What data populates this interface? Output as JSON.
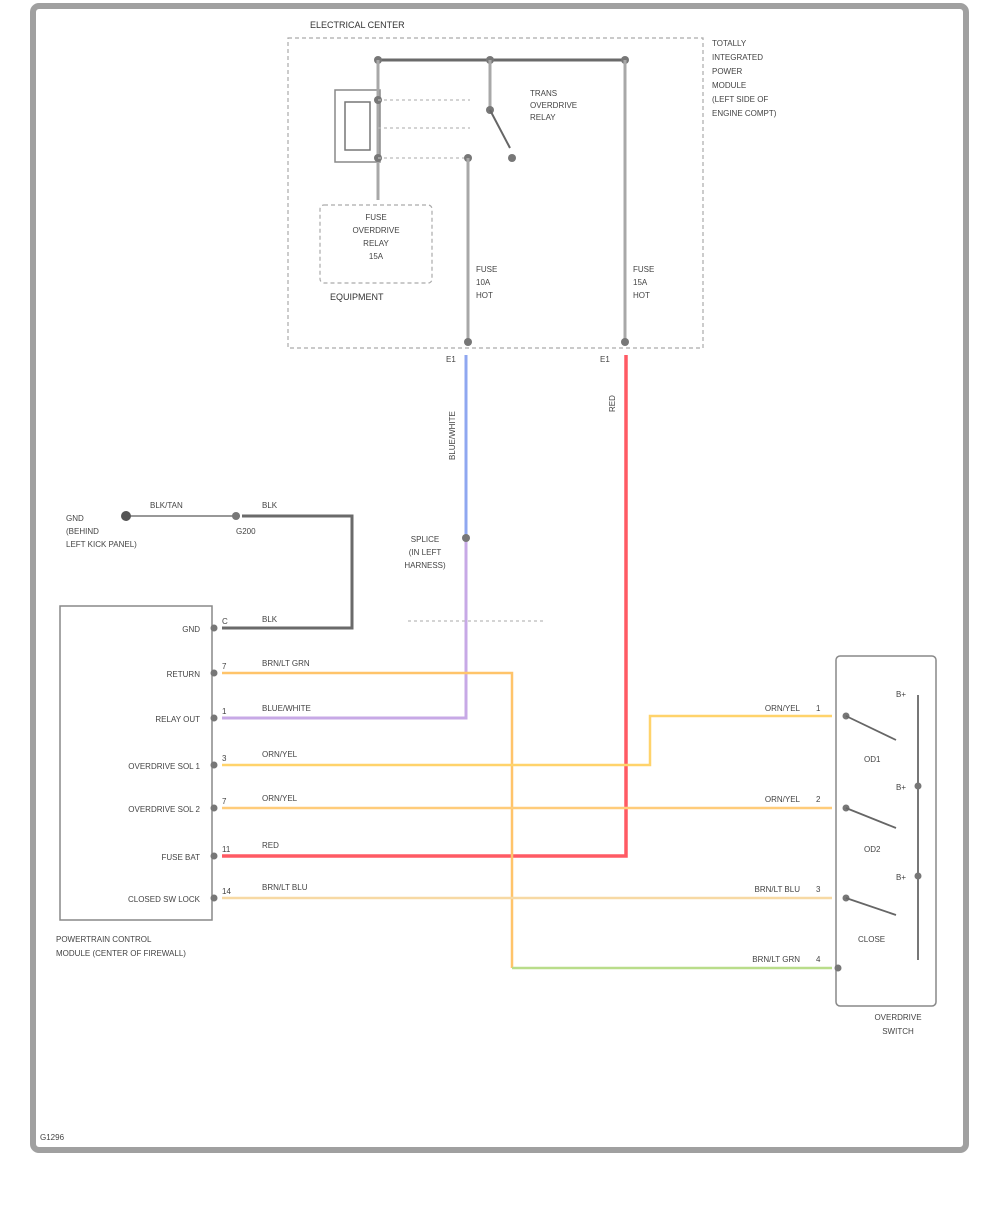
{
  "diagram": {
    "fuse_box": {
      "title": "ELECTRICAL CENTER",
      "note": [
        "TOTALLY",
        "INTEGRATED",
        "POWER",
        "MODULE",
        "(LEFT SIDE OF",
        "ENGINE COMPT)"
      ],
      "relay_label": [
        "TRANS",
        "OVERDRIVE",
        "RELAY"
      ],
      "diode_label": [
        "FUSE",
        "OVERDRIVE",
        "RELAY",
        "15A"
      ],
      "equipment_label": "EQUIPMENT",
      "fuse_left": [
        "FUSE",
        "10A",
        "HOT"
      ],
      "fuse_right": [
        "FUSE",
        "15A",
        "HOT"
      ],
      "pin_left": "E1",
      "pin_right": "E1"
    },
    "wire_labels": {
      "vertical_left": "BLUE/WHITE",
      "vertical_right": "RED",
      "splice": [
        "SPLICE",
        "(IN LEFT",
        "HARNESS)"
      ],
      "ground": [
        "GND",
        "(BEHIND",
        "LEFT KICK PANEL)"
      ],
      "ground_wire": "BLK/TAN",
      "ground_sub": "G200",
      "ground_right": "BLK"
    },
    "module": {
      "title": [
        "POWERTRAIN CONTROL",
        "MODULE (CENTER OF FIREWALL)"
      ],
      "pins": [
        {
          "name": "GND",
          "num": "C",
          "wire": "BLK"
        },
        {
          "name": "RETURN",
          "num": "7",
          "wire": "BRN/LT GRN"
        },
        {
          "name": "RELAY OUT",
          "num": "1",
          "wire": "BLUE/WHITE"
        },
        {
          "name": "OVERDRIVE SOL 1",
          "num": "3",
          "wire": "ORN/YEL"
        },
        {
          "name": "OVERDRIVE SOL 2",
          "num": "7",
          "wire": "ORN/YEL"
        },
        {
          "name": "FUSE BAT",
          "num": "11",
          "wire": "RED"
        },
        {
          "name": "CLOSED SW LOCK",
          "num": "14",
          "wire": "BRN/LT BLU"
        }
      ]
    },
    "switch": {
      "title": [
        "OVERDRIVE",
        "SWITCH"
      ],
      "pins": [
        {
          "wire": "ORN/YEL",
          "num": "1",
          "contact": "OD1"
        },
        {
          "wire": "ORN/YEL",
          "num": "2",
          "contact": "OD2"
        },
        {
          "wire": "BRN/LT BLU",
          "num": "3",
          "contact": "CLOSE"
        },
        {
          "wire": "BRN/LT GRN",
          "num": "4",
          "contact": ""
        }
      ],
      "side_labels": [
        "B+",
        "B+",
        "B+"
      ],
      "contacts": [
        "OD1",
        "OD2",
        "CLOSE"
      ]
    },
    "footer_code": "G1296"
  },
  "colors": {
    "red": "#ff5a64",
    "blue": "#8fa7f0",
    "violet": "#c7a9e6",
    "orange": "#ffc46a",
    "yellow": "#ffe08a",
    "green": "#b9dd8a",
    "gray": "#a8a8a8"
  }
}
